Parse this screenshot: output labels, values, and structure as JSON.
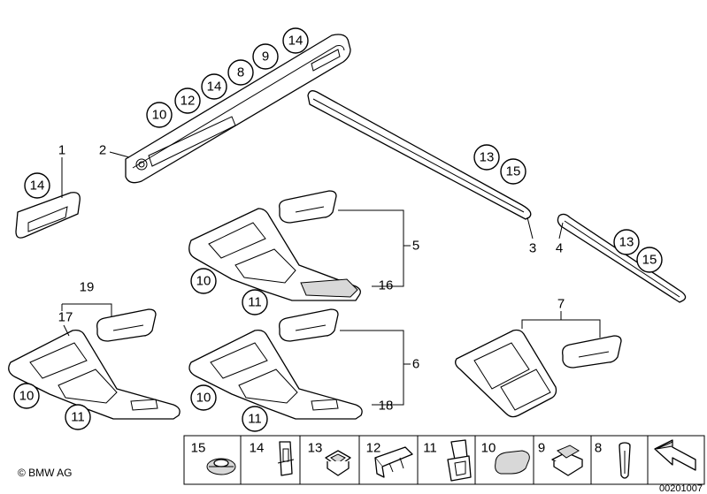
{
  "callouts": {
    "c1": "1",
    "c2": "2",
    "c3": "3",
    "c4": "4",
    "c5": "5",
    "c6": "6",
    "c7": "7",
    "c16": "16",
    "c17": "17",
    "c18": "18",
    "c19": "19"
  },
  "bubbles": {
    "b_top_14a": "14",
    "b_top_9": "9",
    "b_top_8": "8",
    "b_top_14b": "14",
    "b_top_12": "12",
    "b_top_10": "10",
    "b_left_14": "14",
    "b_strip_13": "13",
    "b_strip_15": "15",
    "b_strip2_13": "13",
    "b_strip2_15": "15",
    "b_c5_10": "10",
    "b_c5_11": "11",
    "b_c17_10": "10",
    "b_c17_11": "11",
    "b_c6_10": "10",
    "b_c6_11": "11"
  },
  "legend": {
    "items": [
      {
        "num": "15",
        "icon": "clip-rosette-icon"
      },
      {
        "num": "14",
        "icon": "spring-clip-icon"
      },
      {
        "num": "13",
        "icon": "square-clip-icon"
      },
      {
        "num": "12",
        "icon": "channel-clip-icon"
      },
      {
        "num": "11",
        "icon": "bracket-clip-icon"
      },
      {
        "num": "10",
        "icon": "pad-icon"
      },
      {
        "num": "9",
        "icon": "nut-clip-icon"
      },
      {
        "num": "8",
        "icon": "expansion-rivet-icon"
      },
      {
        "num": "",
        "icon": "arrow-icon"
      }
    ]
  },
  "copyright": "© BMW AG",
  "doc_number": "00201007"
}
